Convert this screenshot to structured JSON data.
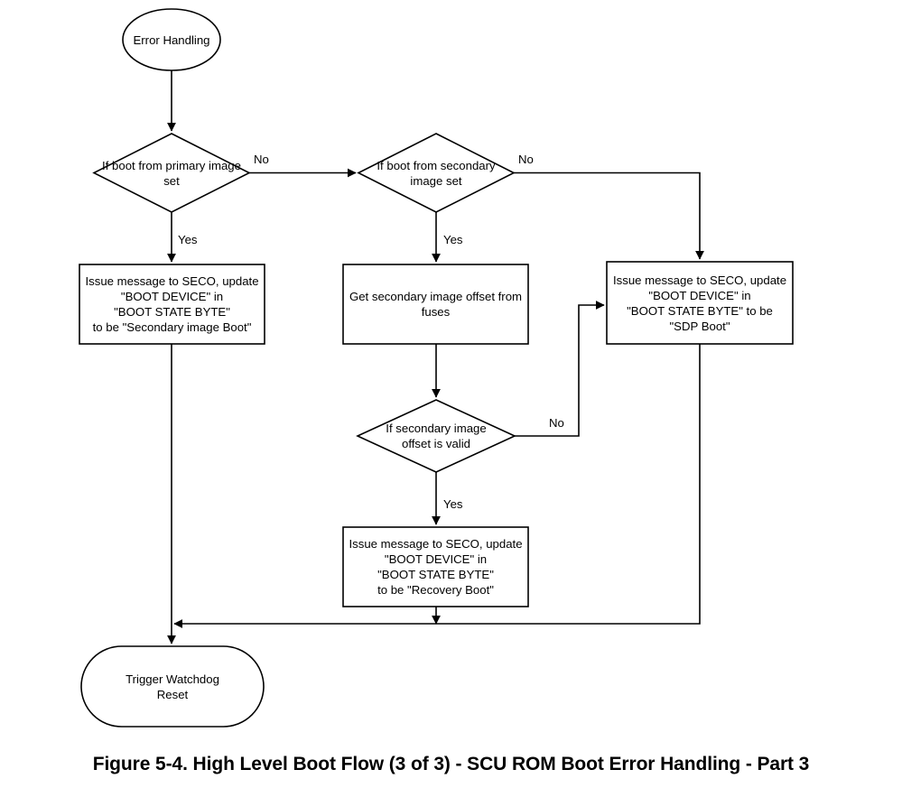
{
  "figure": {
    "caption": "Figure 5-4. High Level Boot Flow (3 of 3) - SCU ROM Boot Error Handling - Part 3",
    "background_color": "#ffffff",
    "stroke_color": "#000000",
    "fill_color": "#ffffff"
  },
  "chart_data": {
    "type": "diagram",
    "title": "Figure 5-4. High Level Boot Flow (3 of 3) - SCU ROM Boot Error Handling - Part 3",
    "nodes": [
      {
        "id": "start",
        "shape": "ellipse",
        "label": "Error Handling",
        "lines": [
          "Error Handling"
        ]
      },
      {
        "id": "decision-primary",
        "shape": "diamond",
        "label": "If boot from primary image set",
        "lines": [
          "If boot from primary",
          "image set"
        ]
      },
      {
        "id": "decision-secondary",
        "shape": "diamond",
        "label": "If boot from secondary image set",
        "lines": [
          "If boot from secondary",
          "image set"
        ]
      },
      {
        "id": "process-secondary-image-boot",
        "shape": "rectangle",
        "label": "Issue message to SECO, update \"BOOT DEVICE\" in \"BOOT STATE BYTE\" to be \"Secondary image Boot\"",
        "lines": [
          "Issue message to SECO, update",
          "\"BOOT DEVICE\" in",
          "\"BOOT STATE BYTE\"",
          "to be \"Secondary image Boot\""
        ]
      },
      {
        "id": "process-get-offset",
        "shape": "rectangle",
        "label": "Get secondary image offset from fuses",
        "lines": [
          "Get secondary image offset from",
          "fuses"
        ]
      },
      {
        "id": "process-sdp-boot",
        "shape": "rectangle",
        "label": "Issue message to SECO, update \"BOOT DEVICE\" in \"BOOT STATE BYTE\" to be \"SDP Boot\"",
        "lines": [
          "Issue message to SECO, update",
          "\"BOOT DEVICE\" in",
          "\"BOOT STATE BYTE\" to be",
          "\"SDP Boot\""
        ]
      },
      {
        "id": "decision-offset-valid",
        "shape": "diamond",
        "label": "If secondary image offset is valid",
        "lines": [
          "If secondary image",
          "offset is valid"
        ]
      },
      {
        "id": "process-recovery-boot",
        "shape": "rectangle",
        "label": "Issue message to SECO, update \"BOOT DEVICE\" in \"BOOT STATE BYTE\" to be \"Recovery Boot\"",
        "lines": [
          "Issue message to SECO, update",
          "\"BOOT DEVICE\" in",
          "\"BOOT STATE BYTE\"",
          "to be \"Recovery Boot\""
        ]
      },
      {
        "id": "end-watchdog",
        "shape": "rounded-rectangle",
        "label": "Trigger Watchdog Reset",
        "lines": [
          "Trigger Watchdog",
          "Reset"
        ]
      }
    ],
    "edges": [
      {
        "from": "start",
        "to": "decision-primary",
        "label": ""
      },
      {
        "from": "decision-primary",
        "to": "decision-secondary",
        "label": "No"
      },
      {
        "from": "decision-primary",
        "to": "process-secondary-image-boot",
        "label": "Yes"
      },
      {
        "from": "decision-secondary",
        "to": "process-sdp-boot",
        "label": "No"
      },
      {
        "from": "decision-secondary",
        "to": "process-get-offset",
        "label": "Yes"
      },
      {
        "from": "process-get-offset",
        "to": "decision-offset-valid",
        "label": ""
      },
      {
        "from": "decision-offset-valid",
        "to": "process-sdp-boot",
        "label": "No"
      },
      {
        "from": "decision-offset-valid",
        "to": "process-recovery-boot",
        "label": "Yes"
      },
      {
        "from": "process-secondary-image-boot",
        "to": "end-watchdog",
        "label": ""
      },
      {
        "from": "process-recovery-boot",
        "to": "end-watchdog",
        "label": ""
      },
      {
        "from": "process-sdp-boot",
        "to": "end-watchdog",
        "label": ""
      }
    ],
    "edge_labels": {
      "primary_no": "No",
      "primary_yes": "Yes",
      "secondary_no": "No",
      "secondary_yes": "Yes",
      "offset_no": "No",
      "offset_yes": "Yes"
    }
  }
}
